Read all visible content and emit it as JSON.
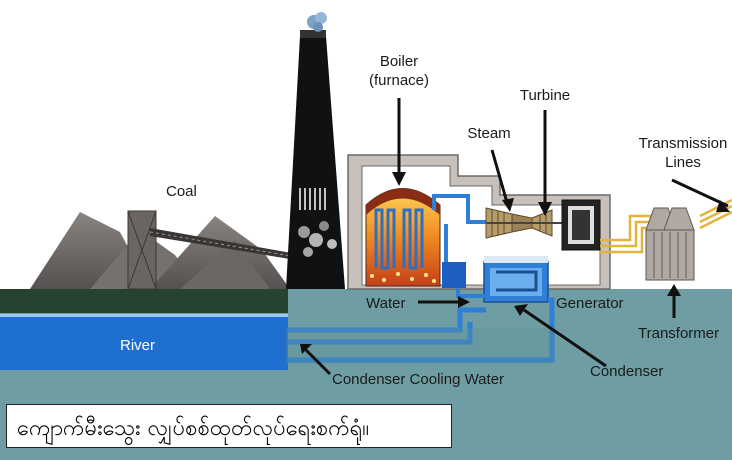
{
  "labels": {
    "coal": "Coal",
    "boiler_line1": "Boiler",
    "boiler_line2": "(furnace)",
    "turbine": "Turbine",
    "steam": "Steam",
    "transmission_line1": "Transmission",
    "transmission_line2": "Lines",
    "water": "Water",
    "generator": "Generator",
    "river": "River",
    "transformer": "Transformer",
    "condenser": "Condenser",
    "condenser_cooling_water": "Condenser Cooling Water"
  },
  "caption": "ကျောက်မီးသွေး လျှပ်စစ်ထုတ်လုပ်ရေးစက်ရုံ။",
  "colors": {
    "sky": "#ffffff",
    "ground": "#6e9ea3",
    "grass": "#26432f",
    "river": "#1f6fd0",
    "chimney": "#111111",
    "building": "#c7c0bb",
    "fire": "#f08a1e",
    "pipe_blue": "#2f7fd6",
    "power_line": "#e2b43a"
  }
}
